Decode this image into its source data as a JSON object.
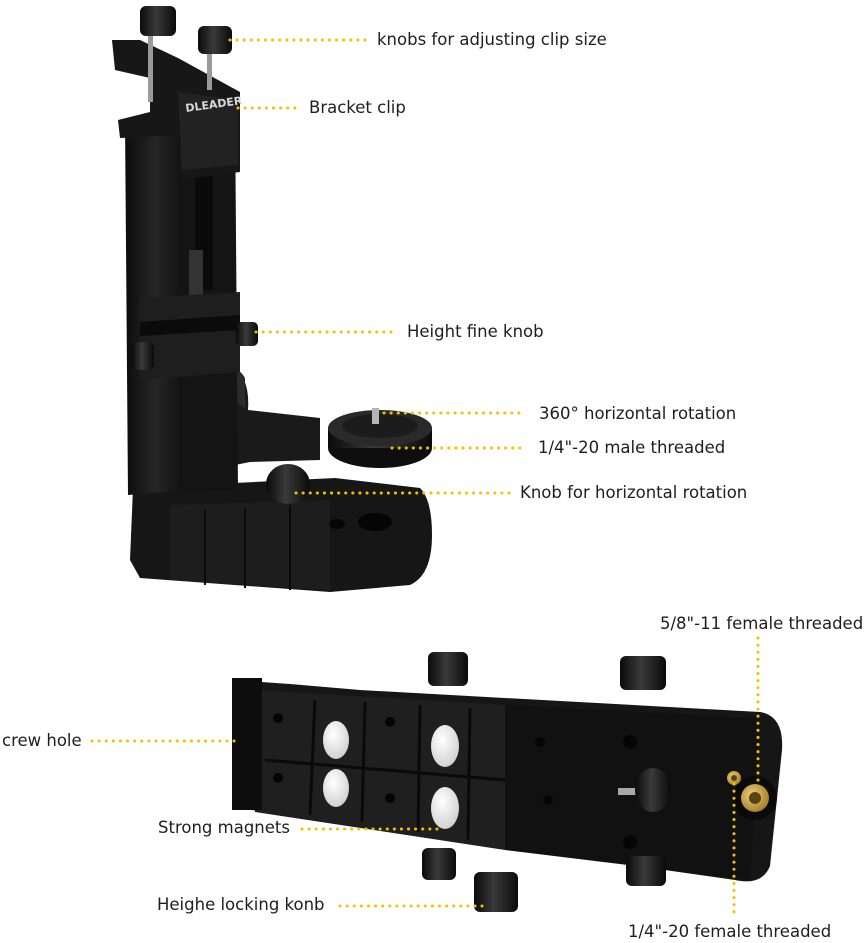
{
  "colors": {
    "background": "#ffffff",
    "product_black": "#141414",
    "product_dark": "#232323",
    "leader_dots": "#f2c200",
    "brass": "#c9a23a",
    "magnet": "#f4f4f4",
    "text": "#1e1e1e"
  },
  "brand_logo_text": "DLEADER",
  "callouts": {
    "clip_knobs": "knobs for adjusting clip size",
    "bracket_clip": "Bracket clip",
    "height_fine_knob": "Height fine knob",
    "horizontal_rotation": "360° horizontal rotation",
    "male_thread": "1/4\"-20 male threaded",
    "rotation_knob": "Knob for horizontal rotation",
    "large_female_thread": "5/8\"-11 female threaded",
    "screw_hole": "crew hole",
    "magnets": "Strong magnets",
    "locking_knob": "Heighe locking konb",
    "small_female_thread": "1/4\"-20 female threaded"
  }
}
